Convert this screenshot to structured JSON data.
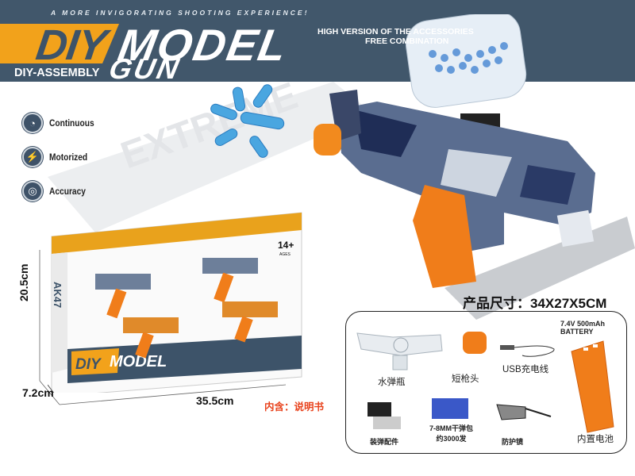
{
  "header": {
    "tagline": "A MORE INVIGORATING SHOOTING EXPERIENCE!",
    "title_diy": "DIY",
    "title_model": "MODEL",
    "title_gun": "GUN",
    "subtitle": "DIY-ASSEMBLY",
    "highlight_line1": "HIGH VERSION OF THE ACCESSORIES",
    "highlight_line2": "FREE COMBINATION"
  },
  "features": [
    {
      "label": "Continuous",
      "icon": "gauge-icon"
    },
    {
      "label": "Motorized",
      "icon": "lightning-icon"
    },
    {
      "label": "Accuracy",
      "icon": "target-icon"
    }
  ],
  "package": {
    "height": "20.5cm",
    "depth": "7.2cm",
    "width": "35.5cm",
    "contents_note": "内含：说明书",
    "box_age": "14+",
    "box_ages_label": "AGES",
    "box_side_text": "AK47"
  },
  "product_size": "产品尺寸：34X27X5CM",
  "accessories": [
    {
      "label": "水弹瓶"
    },
    {
      "label": "短枪头"
    },
    {
      "label": "USB充电线"
    },
    {
      "label": "内置电池",
      "spec_line1": "7.4V 500mAh",
      "spec_line2": "BATTERY"
    },
    {
      "label": "装弹配件"
    },
    {
      "label": "7-8MM干弹包",
      "label2": "约3000发"
    },
    {
      "label": "防护镜"
    }
  ],
  "colors": {
    "banner": "#41576b",
    "accent_orange": "#f2a21b",
    "magazine_orange": "#f07d1a",
    "note_red": "#e8421c"
  }
}
